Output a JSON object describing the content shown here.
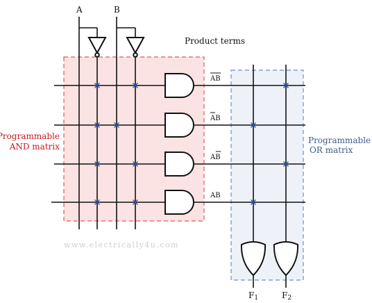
{
  "labels": {
    "input_a": "A",
    "input_b": "B",
    "product_terms": "Product terms",
    "and_matrix_line1": "Programmable",
    "and_matrix_line2": "AND matrix",
    "or_matrix_line1": "Programmable",
    "or_matrix_line2": "OR matrix",
    "output_1": "F",
    "output_1_sub": "1",
    "output_2": "F",
    "output_2_sub": "2",
    "watermark": "www.electrically4u.com"
  },
  "terms": [
    {
      "text": "AB",
      "bar_a": true,
      "bar_b": true
    },
    {
      "text": "AB",
      "bar_a": true,
      "bar_b": false
    },
    {
      "text": "AB",
      "bar_a": false,
      "bar_b": true
    },
    {
      "text": "AB",
      "bar_a": false,
      "bar_b": false
    }
  ],
  "colors": {
    "and_matrix_fill": "#fbe3e3",
    "and_matrix_border": "#e05a5a",
    "or_matrix_fill": "#eef2f8",
    "or_matrix_border": "#6a8fc0",
    "connection_mark": "#2a56b8"
  }
}
